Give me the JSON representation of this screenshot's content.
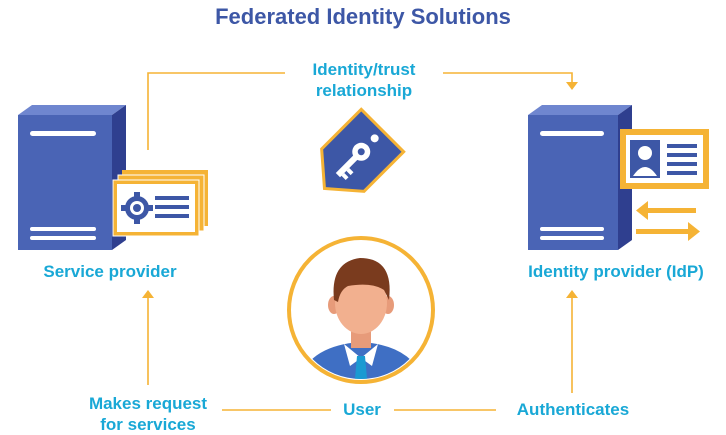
{
  "title": "Federated Identity Solutions",
  "trust_label_line1": "Identity/trust",
  "trust_label_line2": "relationship",
  "service_provider_label": "Service provider",
  "identity_provider_label": "Identity provider (IdP)",
  "user_label": "User",
  "makes_request_line1": "Makes request",
  "makes_request_line2": "for services",
  "authenticates_label": "Authenticates",
  "colors": {
    "title": "#3d57a6",
    "label": "#19a8d6",
    "connector": "#f5b335",
    "server_dark": "#2f3f8f",
    "server_light": "#4a64b5"
  }
}
